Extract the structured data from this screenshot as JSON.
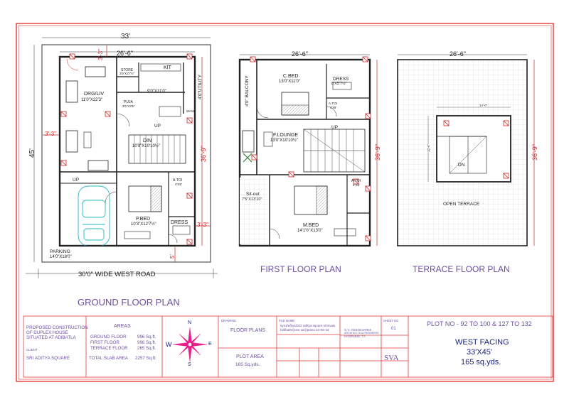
{
  "sheet": {
    "plot_info": "PLOT NO - 92 TO 100 & 127 TO 132",
    "facing_line1": "WEST FACING",
    "facing_line2": "33'X45'",
    "facing_line3": "165 sq.yds."
  },
  "ground": {
    "title": "GROUND FLOOR PLAN",
    "road": "30'0\" WIDE WEST ROAD",
    "dim_width": "33'",
    "dim_inner": "26'-6\"",
    "dim_depth": "45'",
    "dim_setback_top": "3'-3\"",
    "dim_setback_left": "3'-3\"",
    "dim_setback_right": "3'-3\"",
    "dim_side": "36'-9\"",
    "dim_front": "5'",
    "rooms": {
      "drg_liv": "DRG/LIV",
      "drg_liv_size": "11'0\"X22'3\"",
      "store": "STORE",
      "store_size": "3'9\"X3'7½\"",
      "kit": "KIT",
      "kit_size": "9'0\"X11'0\"",
      "utility": "4'0\"UTILITY",
      "puja": "PUJA",
      "puja_size": "3'6\"X3'6\"",
      "wash": "WASH",
      "din": "DIN",
      "din_size": "10'9\"X10'10½\"",
      "up1": "UP",
      "up2": "UP",
      "pbed": "P.BED",
      "pbed_size": "10'3\"X12'7½\"",
      "toi": "A.TOI",
      "toi_size": "4'X8'",
      "dress": "DRESS",
      "parking": "PARKING",
      "parking_size": "14'0\"X18'0\""
    }
  },
  "first": {
    "title": "FIRST FLOOR PLAN",
    "dim_inner": "26'-6\"",
    "dim_side": "36'-9\"",
    "rooms": {
      "balcony": "4'0\" BALCONY",
      "cbed": "C.BED",
      "cbed_size": "13'0\"X11'0\"",
      "dress": "DRESS",
      "dress_size": "8'X5'7½\"",
      "toi1": "A.TOI",
      "toi1_size": "4'X8'",
      "flounge": "F.LOUNGE",
      "flounge_size": "13'0\"X10'10½\"",
      "up": "UP",
      "toi2": "A.TOI",
      "toi2_size": "4'X8'",
      "sitout": "Sit-out",
      "sitout_size": "7'5\"X13'10\"",
      "mbed": "M.BED",
      "mbed_size": "14'1½\"X13'0\""
    }
  },
  "terrace": {
    "title": "TERRACE FLOOR PLAN",
    "dim_inner": "26'-6\"",
    "dim_side": "36'-9\"",
    "dim_head_w": "14'-0\"",
    "dim_head_h": "10'-6\"",
    "dn": "DN",
    "open": "OPEN TERRACE"
  },
  "title_block": {
    "project_l1": "PROPOSED CONSTRUCTION",
    "project_l2": "OF DUPLEX HOUSE",
    "project_l3": "SITUATED AT ADIBATLA",
    "client_label": "CLIENT",
    "client": "SRI ADITYA SQUARE",
    "areas_title": "AREAS",
    "gf_label": "GROUND FLOOR",
    "gf_val": "996 Sq.ft.",
    "ff_label": "FIRST FLOOR",
    "ff_val": "996 Sq.ft.",
    "tf_label": "TERRACE FLOOR",
    "tf_val": "265 Sq.ft.",
    "total_label": "TOTAL SLAB AREA",
    "total_val": "2257 Sq.ft.",
    "compass_n": "N",
    "compass_s": "S",
    "compass_w": "W",
    "compass_e": "E",
    "drawing_label": "DRAWING",
    "drawing": "FLOOR PLANS",
    "plot_area_label": "PLOT AREA",
    "plot_area": "165 Sq.yds.",
    "file_label": "FILE NAME",
    "file_l1": "sys1/e/bys/022 aditya square sirnivasi",
    "file_l2": "fall/bath/(new sar)/plans 22-06-23",
    "company_l1": "S.V. ASSOCIATES",
    "company_l2": "ARCHITECTS & ENGINEERS",
    "company_l3": "HYDERABAD, T.S.",
    "sheet_no_label": "SHEET NO",
    "sheet_no": "01",
    "logo": "SVA"
  },
  "colors": {
    "border": "#e53935",
    "wall": "#222222",
    "dim_red": "#c62828",
    "title_purple": "#6b4fa0",
    "navy": "#1a237e",
    "car": "#29b6c6",
    "compass": "#e91e8c"
  }
}
